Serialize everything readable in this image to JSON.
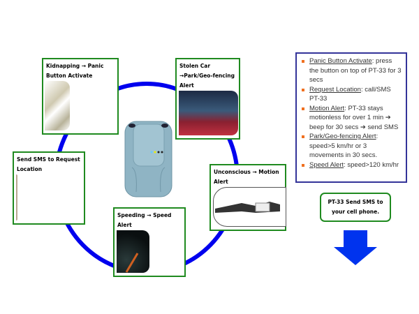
{
  "scenarios": [
    {
      "title": "Kidnapping → Panic Button Activate"
    },
    {
      "title": "Stolen Car →Park/Geo-fencing Alert"
    },
    {
      "title": "Send SMS to Request Location"
    },
    {
      "title": "Unconscious → Motion Alert"
    },
    {
      "title": "Speeding → Speed Alert"
    }
  ],
  "info": [
    {
      "term": "Panic Button Activate",
      "desc": ": press the button on top of PT-33 for 3 secs"
    },
    {
      "term": "Request Location",
      "desc": ": call/SMS PT-33"
    },
    {
      "term": "Motion Alert",
      "desc": ": PT-33 stays motionless for over 1 min ➔ beep for 30 secs ➔ send SMS"
    },
    {
      "term": "Park/Geo-fencing Alert",
      "desc": ": speed>5 km/hr or 3 movements in 30 secs."
    },
    {
      "term": "Speed Alert",
      "desc": ": speed>120 km/hr"
    }
  ],
  "sms_note": "PT-33 Send SMS to your cell phone.",
  "colors": {
    "ring": "#0000ee",
    "box_border": "#1f8a1f",
    "info_border": "#333399",
    "arrow": "#0033ee"
  }
}
